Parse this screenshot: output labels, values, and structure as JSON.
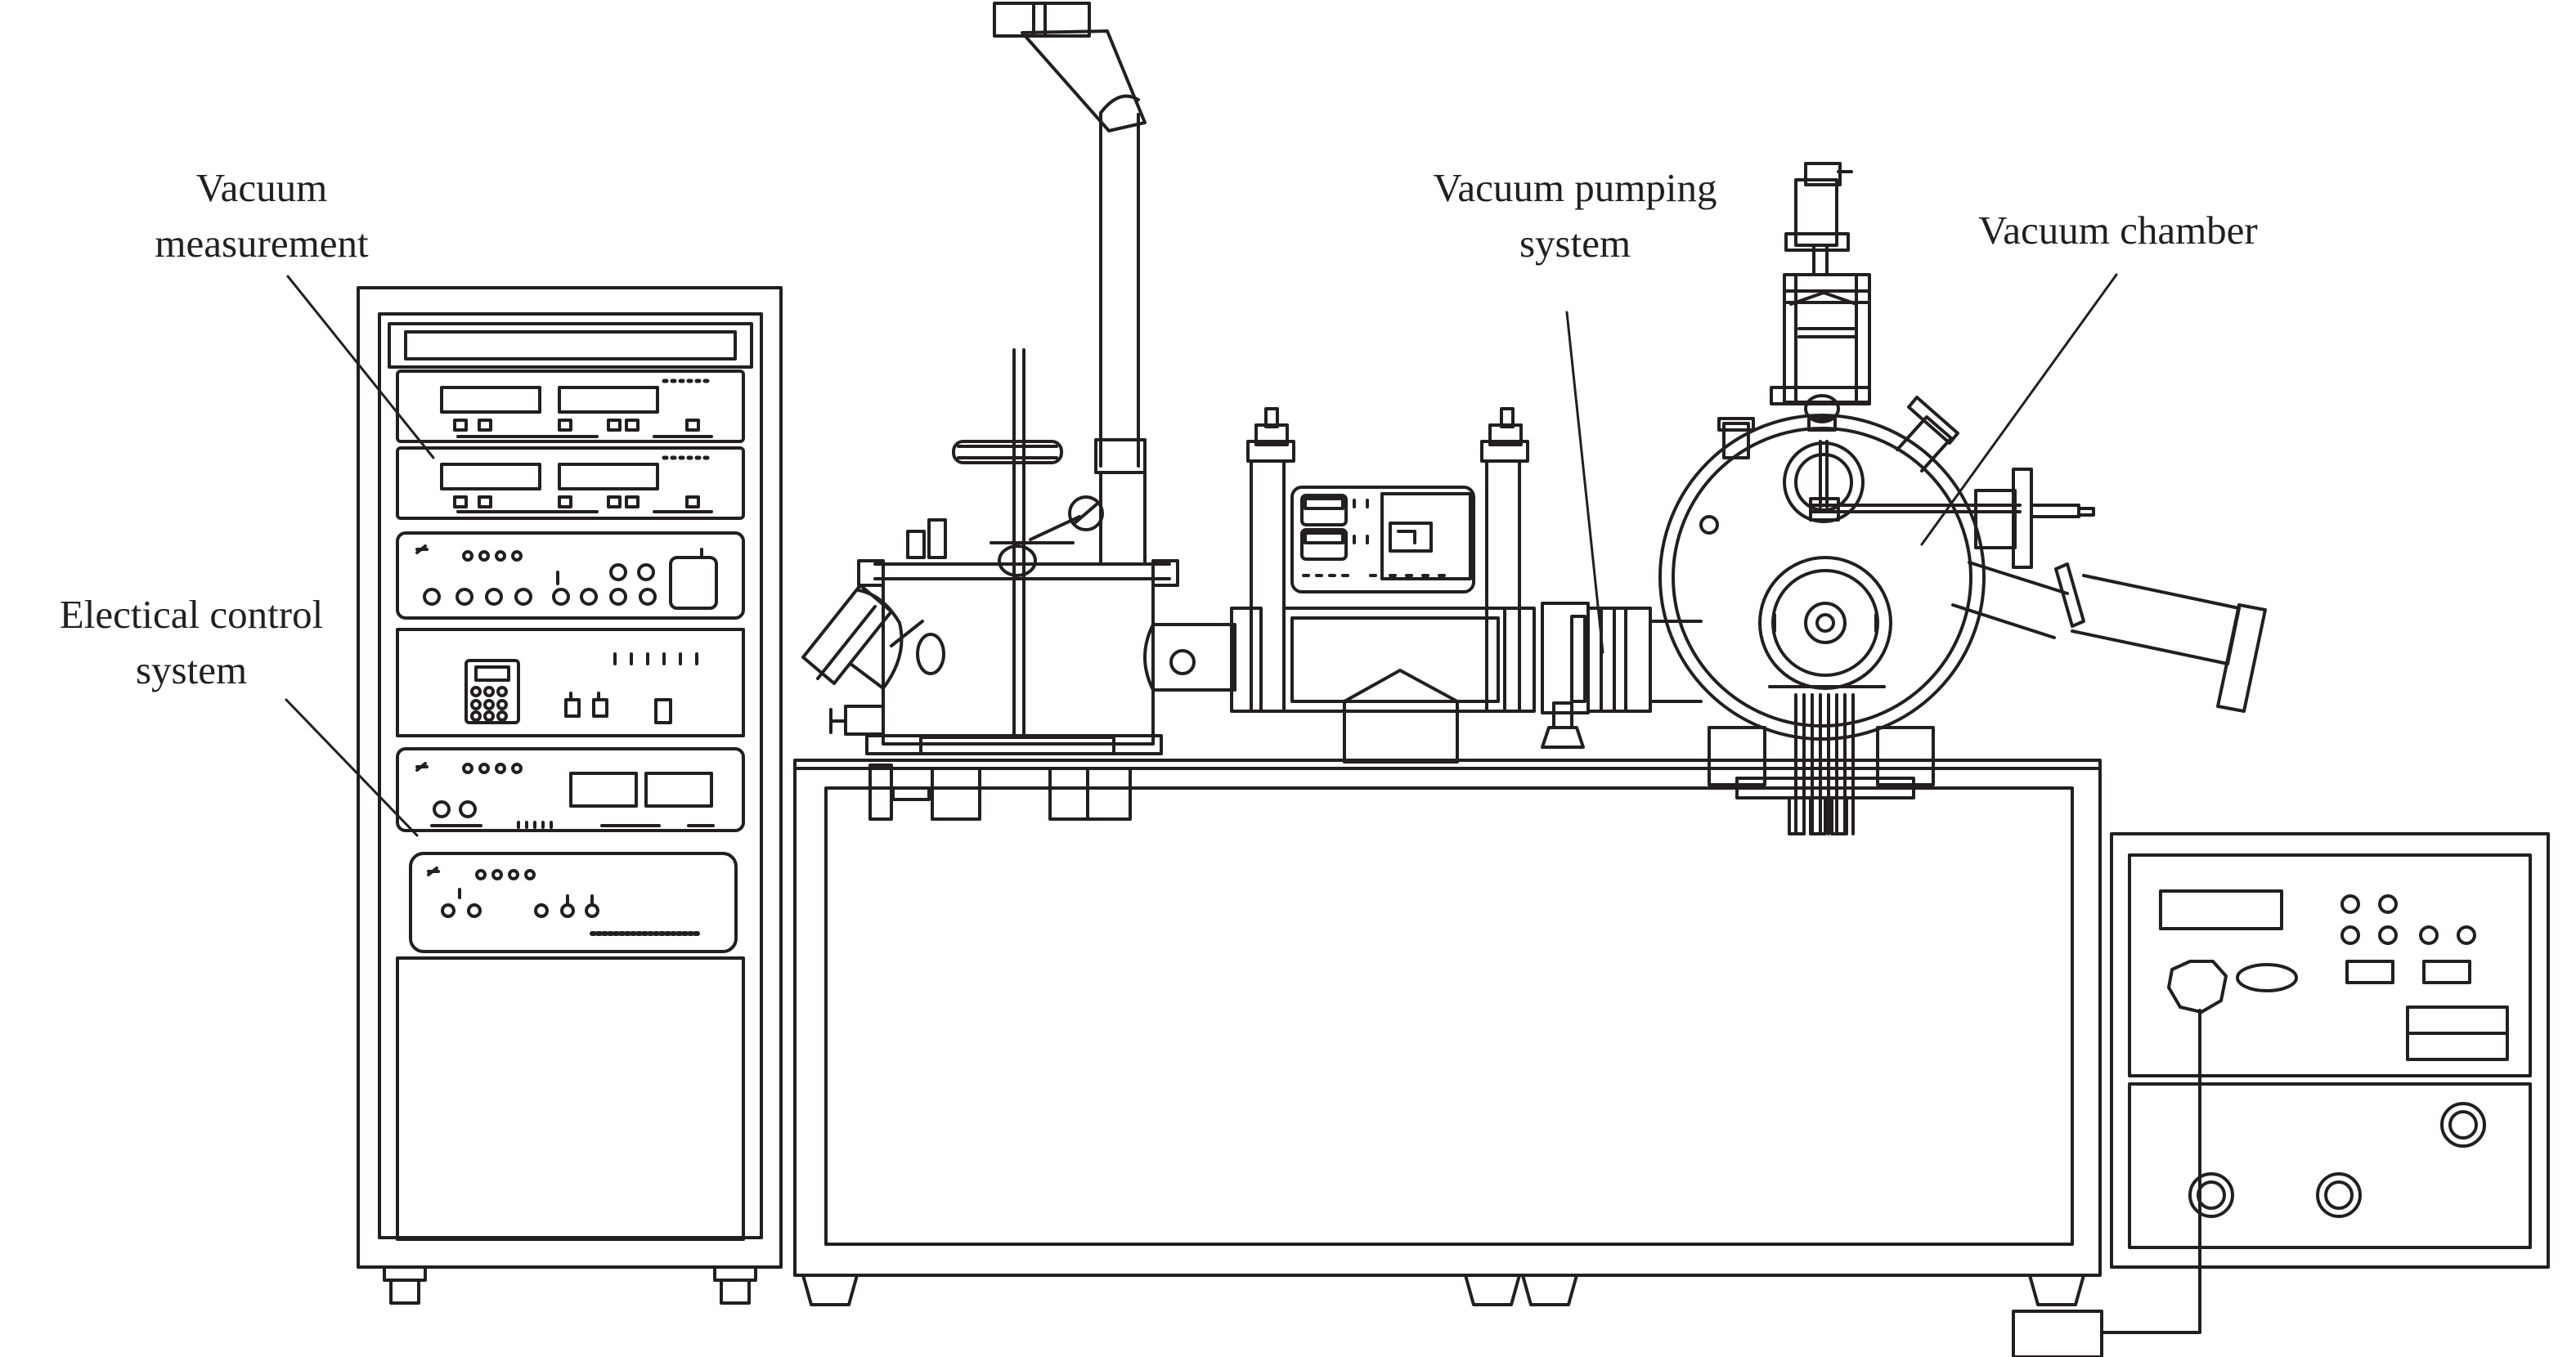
{
  "labels": {
    "vacuum_measurement": [
      "Vacuum",
      "measurement"
    ],
    "electrical_control": [
      "Electical control",
      "system"
    ],
    "vacuum_pumping": [
      "Vacuum pumping",
      "system"
    ],
    "vacuum_chamber": [
      "Vacuum chamber"
    ]
  },
  "colors": {
    "line": "#231f20",
    "background": "#ffffff"
  }
}
